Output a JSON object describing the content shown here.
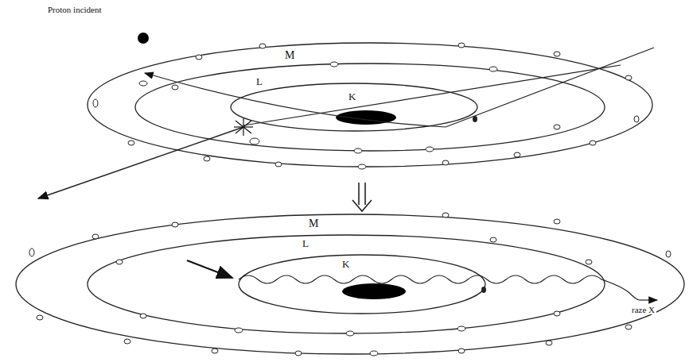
{
  "diagram": {
    "labels": [
      "Proton incident",
      "M",
      "L",
      "K",
      "M",
      "L",
      "K",
      "raze X"
    ]
  }
}
